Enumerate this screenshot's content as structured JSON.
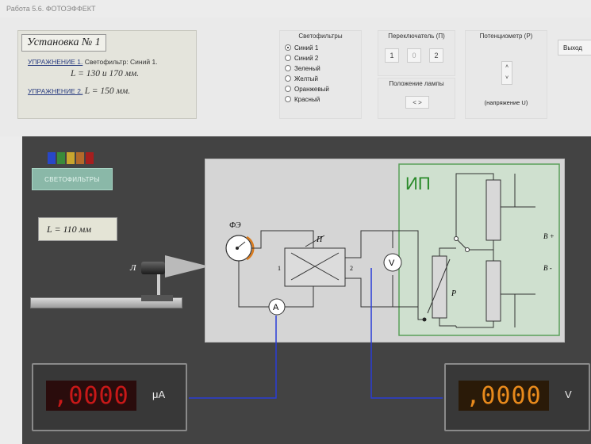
{
  "window": {
    "title": "Работа 5.6. ФОТОЭФФЕКТ"
  },
  "install": {
    "title": "Установка № 1",
    "ex1_link": "УПРАЖНЕНИЕ 1.",
    "ex1_text": "Светофильтр: Синий 1.",
    "ex1_value": "L = 130 и 170 мм.",
    "ex2_link": "УПРАЖНЕНИЕ 2.",
    "ex2_value": "L = 150 мм."
  },
  "filters": {
    "title": "Светофильтры",
    "options": [
      "Синий 1",
      "Синий 2",
      "Зеленый",
      "Желтый",
      "Оранжевый",
      "Красный"
    ],
    "selected_index": 0
  },
  "switch": {
    "title": "Переключатель (П)",
    "buttons": [
      "1",
      "0",
      "2"
    ]
  },
  "lamp_pos": {
    "title": "Положение лампы",
    "button": "< >"
  },
  "pot": {
    "title": "Потенциометр (Р)",
    "up": "˄",
    "down": "˅",
    "status": "(напряжение U)"
  },
  "exit": {
    "label": "Выход"
  },
  "lab": {
    "filters_button": "СВЕТОФИЛЬТРЫ",
    "length_label": "L = 110 мм",
    "lamp_label": "Л",
    "swatches": [
      "#2847c8",
      "#3a8a3a",
      "#c9a62e",
      "#b36a2a",
      "#a61e1e"
    ]
  },
  "circuit": {
    "ip_label": "ИП",
    "fe_label": "ФЭ",
    "switch_label": "П",
    "pin_1": "1",
    "pin_2": "2",
    "pot_label": "Р",
    "plus_label": "В +",
    "minus_label": "В -",
    "ammeter": "A",
    "voltmeter": "V"
  },
  "current_meter": {
    "value": ",0000",
    "unit": "μA",
    "color": "#c81818",
    "bg": "#2a0c0c"
  },
  "voltage_meter": {
    "value": ",0000",
    "unit": "V",
    "color": "#e88a1c",
    "bg": "#2a1a08"
  }
}
